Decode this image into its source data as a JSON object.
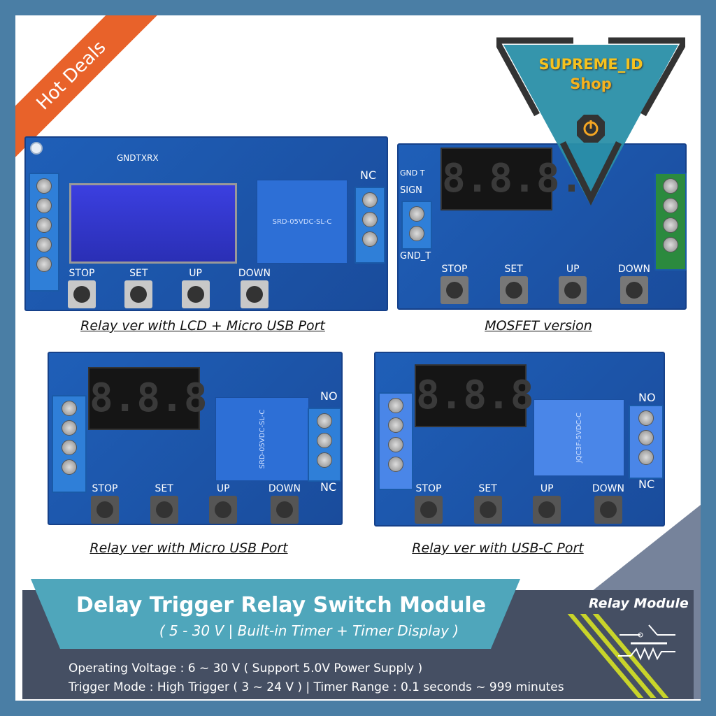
{
  "badge": {
    "label": "Hot Deals",
    "color": "#e8622a"
  },
  "logo": {
    "line1": "SUPREME_ID",
    "line2": "Shop",
    "icon": "power-chip-icon"
  },
  "buttons": [
    "STOP",
    "SET",
    "UP",
    "DOWN"
  ],
  "terminals": {
    "nc": "NC",
    "no": "NO"
  },
  "products": [
    {
      "caption": "Relay ver with LCD + Micro USB Port",
      "header": "GNDTXRX",
      "relay_text": "SRD-05VDC-SL-C"
    },
    {
      "caption": "MOSFET version",
      "gnd_t": "GND_T",
      "sign": "SIGN",
      "display": "8.8.8."
    },
    {
      "caption": "Relay ver with Micro USB Port",
      "relay_text": "SRD-05VDC-SL-C",
      "display": "8.8.8."
    },
    {
      "caption": "Relay ver with USB-C Port",
      "relay_text": "JQC3F-5VDC-C",
      "display": "8.8.8."
    }
  ],
  "banner": {
    "title": "Delay Trigger Relay Switch Module",
    "subtitle": "( 5 - 30 V  |  Built-in Timer + Timer Display )",
    "spec1": "Operating Voltage : 6 ~ 30 V ( Support 5.0V Power Supply )",
    "spec2": "Trigger Mode : High Trigger ( 3 ~ 24 V )  |  Timer Range : 0.1 seconds ~ 999 minutes",
    "side_label": "Relay Module",
    "side_icon": "relay-switch-icon",
    "colors": {
      "teal": "#4fa6bb",
      "dark": "#454f63",
      "accent": "#c8d42a",
      "frame": "#4a7ea5"
    }
  }
}
